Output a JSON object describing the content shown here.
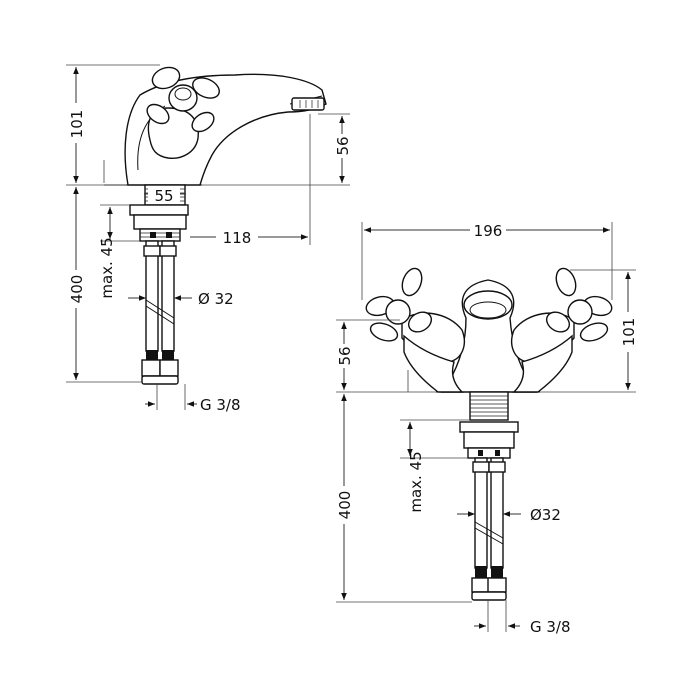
{
  "side_view": {
    "dim_height_top": "101",
    "dim_spout_height": "56",
    "dim_base": "55",
    "dim_reach": "118",
    "dim_max": "max. 45",
    "dim_hose_length": "400",
    "dim_diameter": "Ø 32",
    "dim_thread": "G 3/8"
  },
  "front_view": {
    "dim_width": "196",
    "dim_height_top": "101",
    "dim_spout_height": "56",
    "dim_max": "max. 45",
    "dim_hose_length": "400",
    "dim_diameter": "Ø32",
    "dim_thread": "G 3/8"
  },
  "colors": {
    "line": "#111111",
    "background": "#ffffff"
  }
}
